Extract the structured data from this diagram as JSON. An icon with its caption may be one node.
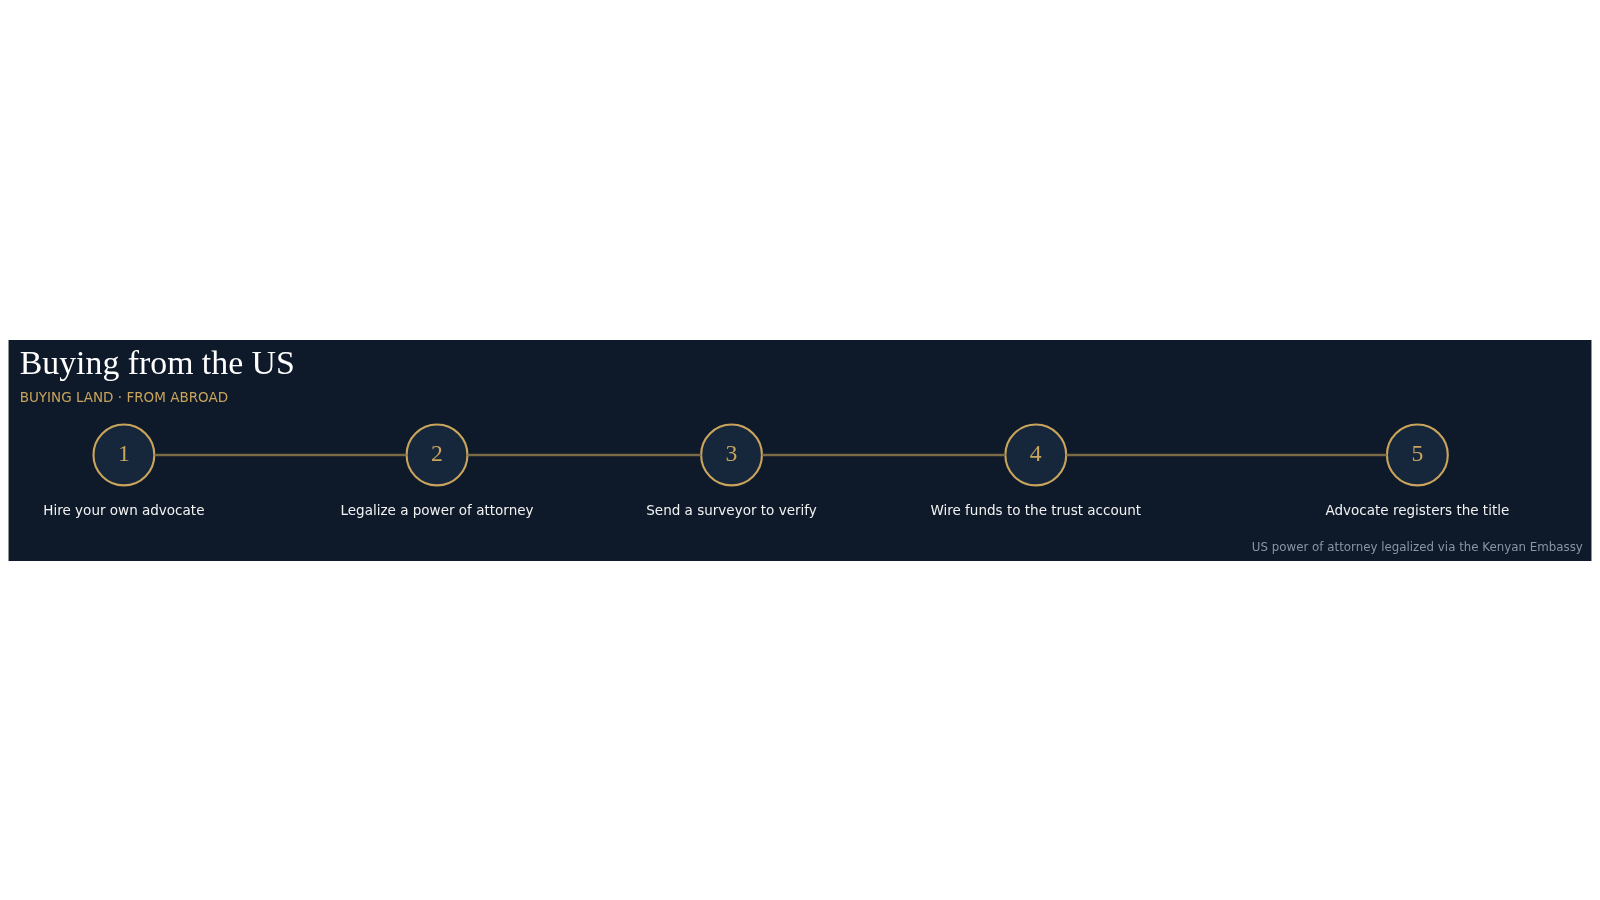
{
  "diagram": {
    "title": "Buying from the US",
    "nodes": [
      {
        "text": [
          "1"
        ],
        "beside": [
          "Hire your own advocate"
        ]
      },
      {
        "text": [
          "2"
        ],
        "beside": [
          "Legalize a power of attorney"
        ]
      },
      {
        "text": [
          "3"
        ],
        "beside": [
          "Send a surveyor to verify"
        ]
      },
      {
        "text": [
          "4"
        ],
        "beside": [
          "Wire funds to the trust account"
        ]
      },
      {
        "text": [
          "5"
        ],
        "beside": [
          "Advocate registers the title"
        ]
      }
    ],
    "edges": [
      {
        "from": 0,
        "to": 1,
        "arrow": "none"
      },
      {
        "from": 1,
        "to": 2,
        "arrow": "none"
      },
      {
        "from": 2,
        "to": 3,
        "arrow": "none"
      },
      {
        "from": 3,
        "to": 4,
        "arrow": "none"
      }
    ],
    "labels": [
      "BUYING LAND · FROM ABROAD",
      "US power of attorney legalized via the Kenyan Embassy"
    ]
  }
}
